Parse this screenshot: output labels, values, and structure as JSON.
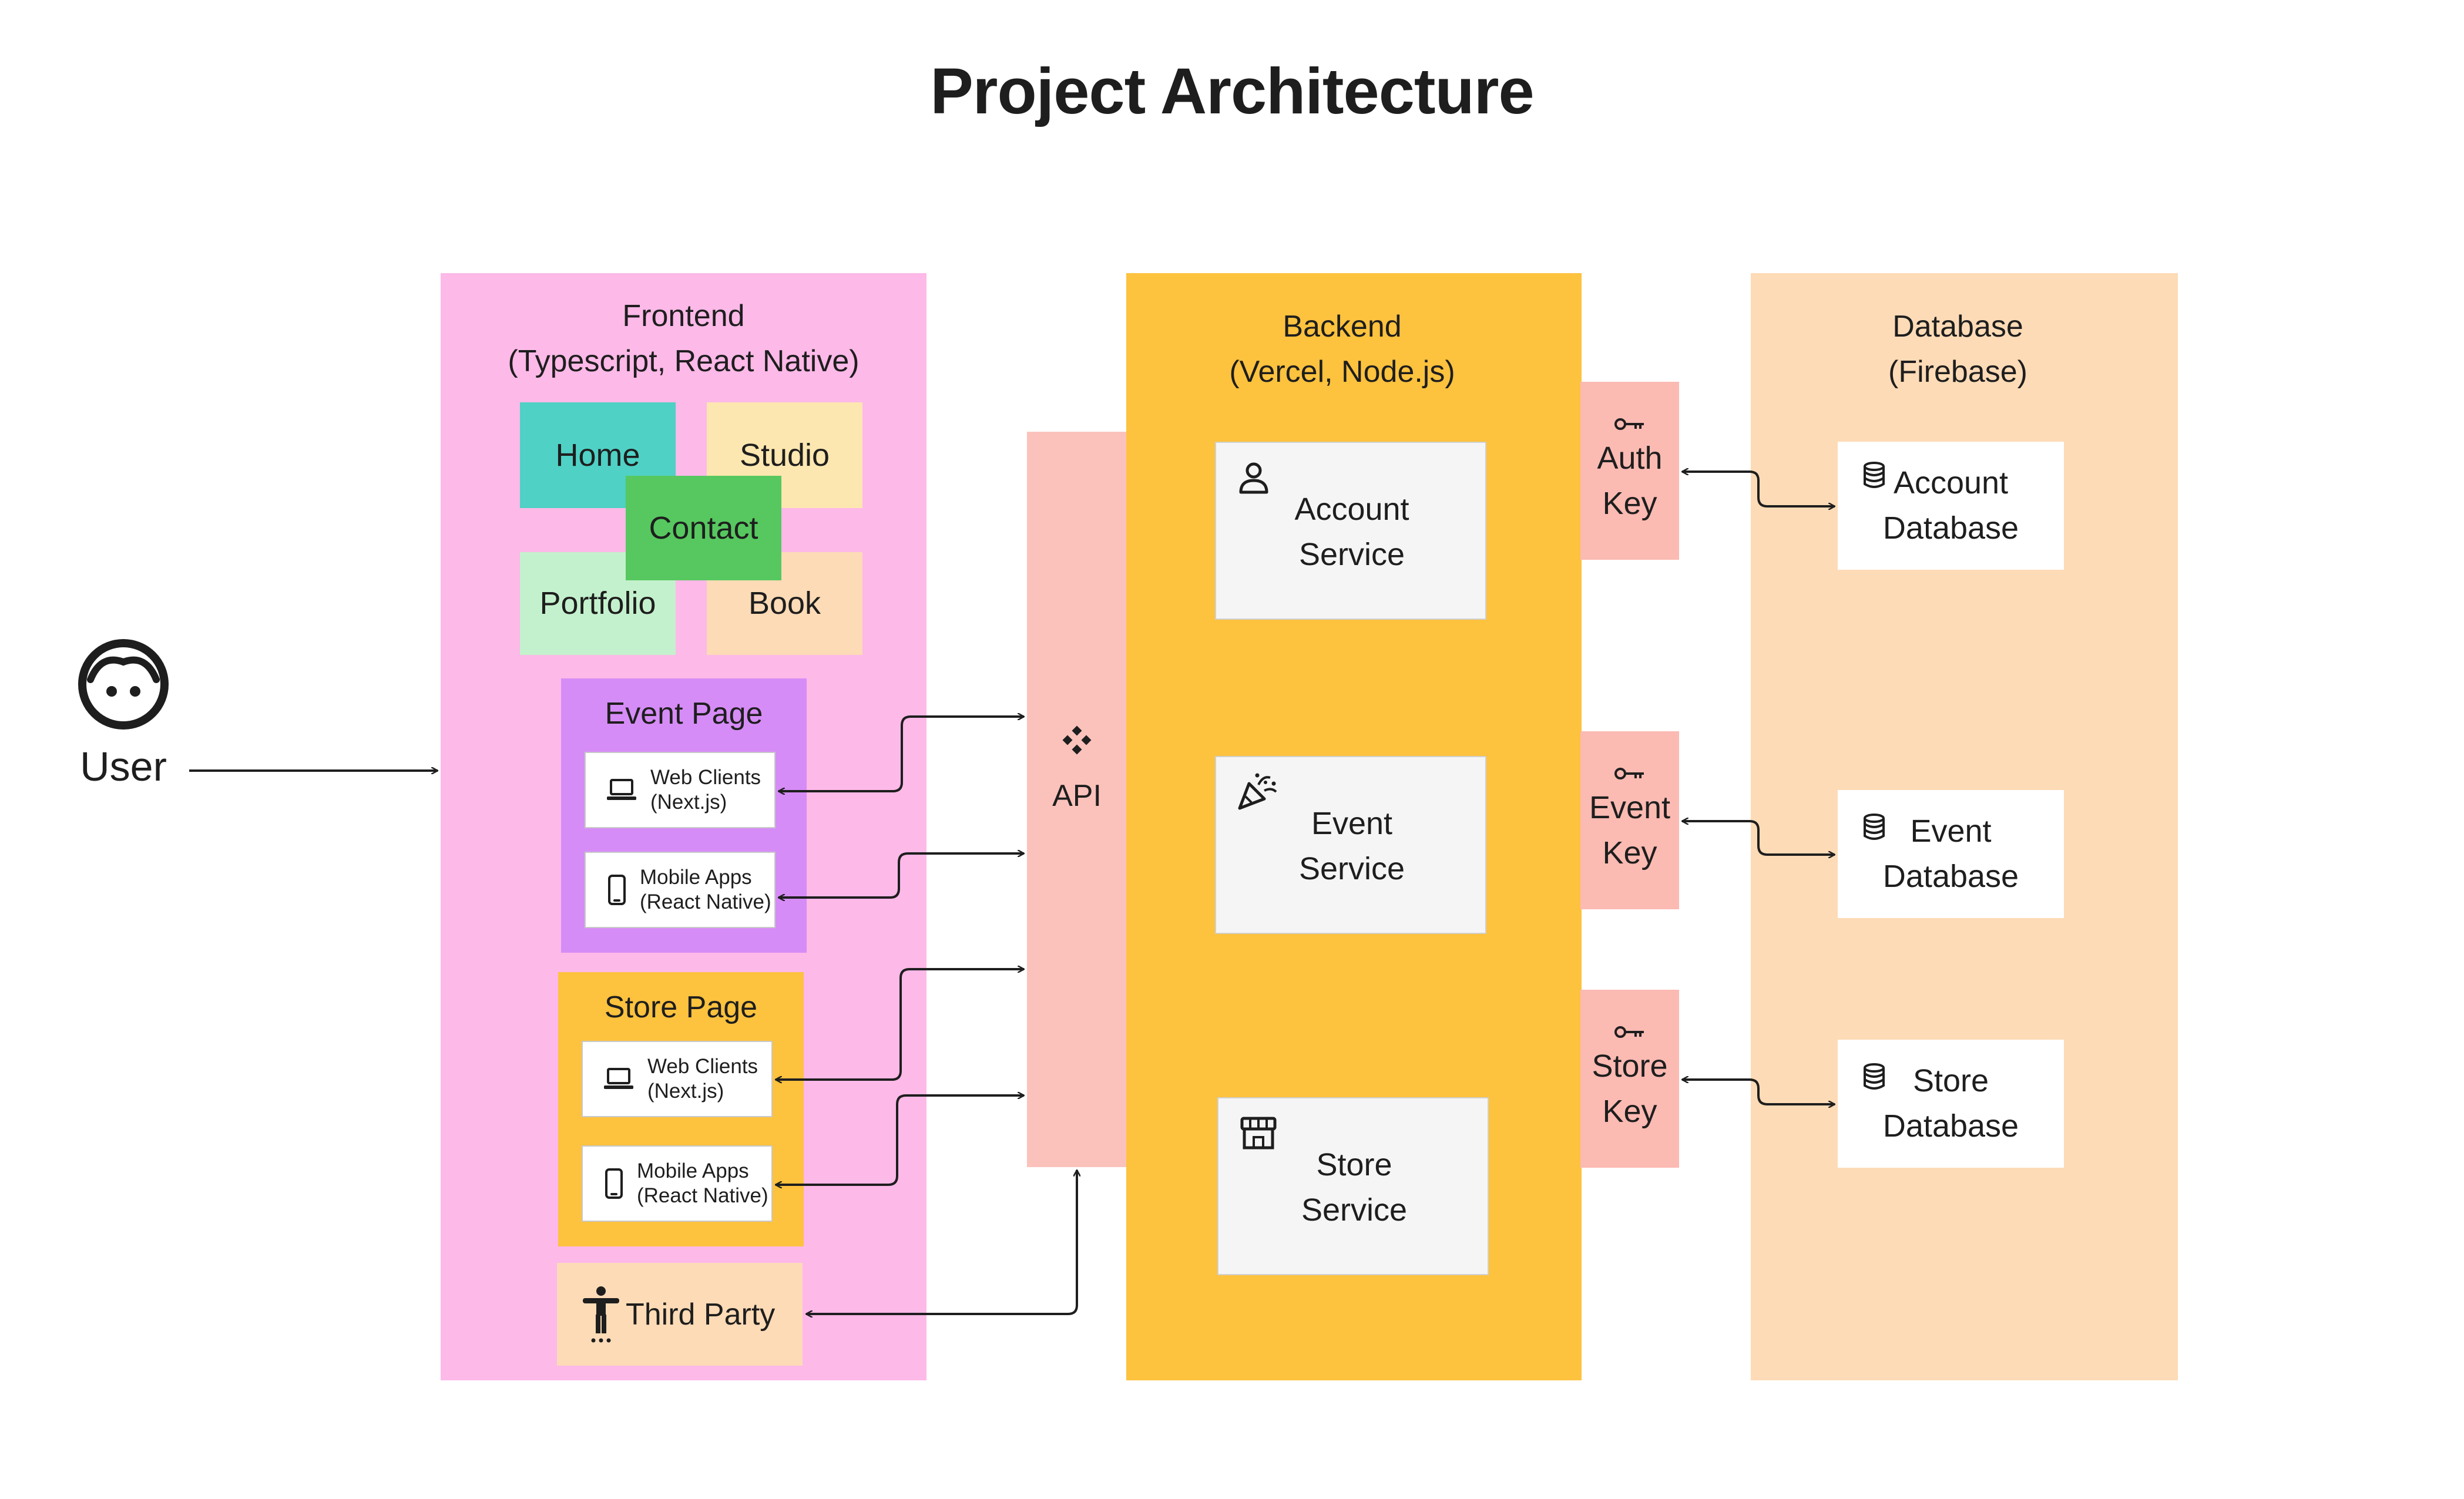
{
  "title": "Project Architecture",
  "user": {
    "label": "User"
  },
  "frontend": {
    "title_line1": "Frontend",
    "title_line2": "(Typescript, React Native)",
    "pages": {
      "home": "Home",
      "studio": "Studio",
      "contact": "Contact",
      "portfolio": "Portfolio",
      "book": "Book"
    },
    "event_page": {
      "title": "Event Page",
      "web_line1": "Web Clients",
      "web_line2": "(Next.js)",
      "mobile_line1": "Mobile Apps",
      "mobile_line2": "(React Native)"
    },
    "store_page": {
      "title": "Store Page",
      "web_line1": "Web Clients",
      "web_line2": "(Next.js)",
      "mobile_line1": "Mobile Apps",
      "mobile_line2": "(React Native)"
    },
    "third_party": "Third Party"
  },
  "api": {
    "label": "API"
  },
  "backend": {
    "title_line1": "Backend",
    "title_line2": "(Vercel, Node.js)",
    "account_service": {
      "line1": "Account",
      "line2": "Service"
    },
    "event_service": {
      "line1": "Event",
      "line2": "Service"
    },
    "store_service": {
      "line1": "Store",
      "line2": "Service"
    }
  },
  "keys": {
    "auth": {
      "line1": "Auth",
      "line2": "Key"
    },
    "event": {
      "line1": "Event",
      "line2": "Key"
    },
    "store": {
      "line1": "Store",
      "line2": "Key"
    }
  },
  "database": {
    "title_line1": "Database",
    "title_line2": "(Firebase)",
    "account_db": {
      "line1": "Account",
      "line2": "Database"
    },
    "event_db": {
      "line1": "Event",
      "line2": "Database"
    },
    "store_db": {
      "line1": "Store",
      "line2": "Database"
    }
  },
  "colors": {
    "frontend_bg": "#fdb9e8",
    "backend_bg": "#fdc23e",
    "database_bg": "#fddbb6",
    "api_bg": "#fbc2bb",
    "key_bg": "#fbbab2",
    "home": "#4fd1c5",
    "studio": "#fde7b0",
    "contact": "#56c85f",
    "portfolio": "#c4f1cd",
    "book": "#fddbb6",
    "event_page": "#d68cf6",
    "store_page": "#fdc23e",
    "third_party": "#fddbb6"
  }
}
